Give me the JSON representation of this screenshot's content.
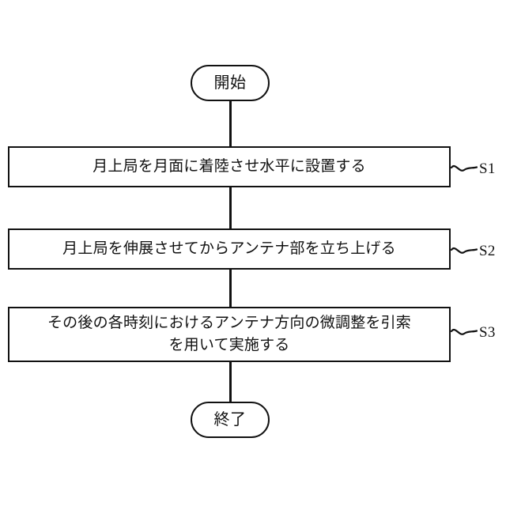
{
  "diagram": {
    "type": "flowchart",
    "orientation": "vertical",
    "background_color": "#ffffff",
    "line_color": "#111111",
    "start": {
      "shape": "terminator",
      "label": "開始"
    },
    "end": {
      "shape": "terminator",
      "label": "終了"
    },
    "steps": [
      {
        "id": "S1",
        "shape": "process",
        "text": "月上局を月面に着陸させ水平に設置する",
        "ref_label": "S1"
      },
      {
        "id": "S2",
        "shape": "process",
        "text": "月上局を伸展させてからアンテナ部を立ち上げる",
        "ref_label": "S2"
      },
      {
        "id": "S3",
        "shape": "process",
        "text": "その後の各時刻におけるアンテナ方向の微調整を引索\nを用いて実施する",
        "ref_label": "S3"
      }
    ]
  }
}
